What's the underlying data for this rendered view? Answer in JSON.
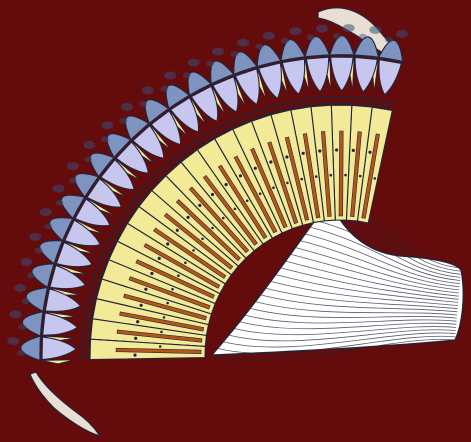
{
  "image": {
    "subject": "compound-eye-section-illustration",
    "colors": {
      "background": "#640b0b",
      "cornea_lens": "#7f93c0",
      "cornea_lens_dark": "#3c4e7a",
      "crystalline_cone": "#c6c6ef",
      "cell_body": "#f3ea98",
      "rhabdom": "#b4551a",
      "nerve_fiber": "#ffffff",
      "outline": "#22253a",
      "cut_flap": "#e7dfd3"
    },
    "layers": [
      {
        "key": "cornea-lens-layer"
      },
      {
        "key": "crystalline-cone-layer"
      },
      {
        "key": "retinula-cell-layer"
      },
      {
        "key": "rhabdom-layer"
      },
      {
        "key": "nerve-fiber-layer"
      }
    ]
  }
}
